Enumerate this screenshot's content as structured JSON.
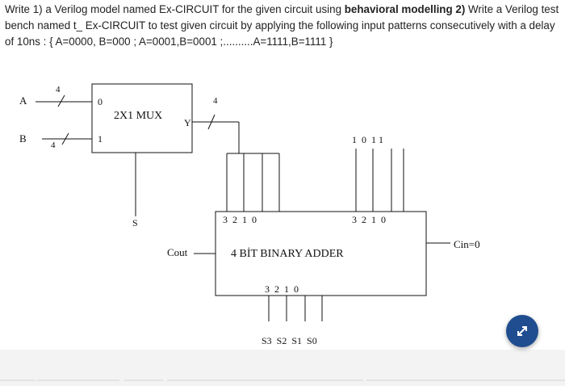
{
  "question": {
    "part1": "Write 1) a Verilog model named Ex-CIRCUIT for the given circuit using ",
    "bold1": "behavioral modelling",
    "part2": " 2)",
    "part3": " Write a Verilog test bench named t_ Ex-CIRCUIT to test given circuit by applying the following input patterns consecutively with a delay of 10ns : {  A=0000, B=000 ; A=0001,B=0001 ;..........A=1111,B=1111  }"
  },
  "diagram": {
    "input_a": "A",
    "input_b": "B",
    "width_a": "4",
    "width_b": "4",
    "mux_in0": "0",
    "mux_in1": "1",
    "mux_label": "2X1 MUX",
    "mux_out": "Y",
    "mux_out_width": "4",
    "select": "S",
    "adder_label": "4 BİT BINARY ADDER",
    "adder_in_left_bits": "3  2  1  0",
    "adder_in_right_bits": "3  2  1  0",
    "right_const_bits": "1  0  1 1",
    "cout": "Cout",
    "cin": "Cin=0",
    "sum_bits": "3  2  1  0",
    "sum_outputs": "S3  S2  S1  S0"
  },
  "ui": {
    "accent": "#1f4d8f",
    "expand_icon": "expand-arrows-icon"
  }
}
